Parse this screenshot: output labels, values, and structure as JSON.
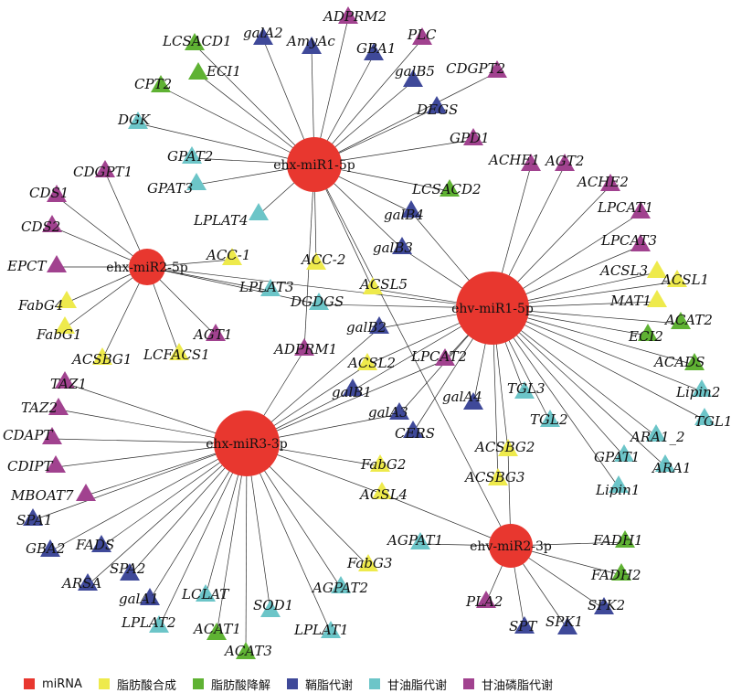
{
  "colors": {
    "miRNA": "#e8372f",
    "synthesis": "#eeea4c",
    "degradation": "#5fb233",
    "sphingolipid": "#3f4999",
    "glycerolipid": "#6cc5c8",
    "glycerophospholipid": "#a1428f"
  },
  "legend": [
    {
      "key": "miRNA",
      "label": "miRNA"
    },
    {
      "key": "synthesis",
      "label": "脂肪酸合成"
    },
    {
      "key": "degradation",
      "label": "脂肪酸降解"
    },
    {
      "key": "sphingolipid",
      "label": "鞘脂代谢"
    },
    {
      "key": "glycerolipid",
      "label": "甘油脂代谢"
    },
    {
      "key": "glycerophospholipid",
      "label": "甘油磷脂代谢"
    }
  ],
  "mirnas": [
    {
      "id": "m1",
      "label": "ehx-miR1-5p"
    },
    {
      "id": "m2",
      "label": "ehx-miR2-5p"
    },
    {
      "id": "m3",
      "label": "ehx-miR3-3p"
    },
    {
      "id": "v1",
      "label": "ehv-miR1-5p"
    },
    {
      "id": "v2",
      "label": "ehv-miR2-3p"
    }
  ],
  "genes": [
    {
      "id": "ADPRM2",
      "label": "ADPRM2",
      "cat": "glycerophospholipid",
      "targets": [
        "m1"
      ]
    },
    {
      "id": "LCSACD1",
      "label": "LCSACD1",
      "cat": "degradation",
      "targets": [
        "m1"
      ]
    },
    {
      "id": "galA2",
      "label": "galA2",
      "cat": "sphingolipid",
      "targets": [
        "m1"
      ]
    },
    {
      "id": "AmyAc",
      "label": "AmyAc",
      "cat": "sphingolipid",
      "targets": [
        "m1"
      ]
    },
    {
      "id": "PLC",
      "label": "PLC",
      "cat": "glycerophospholipid",
      "targets": [
        "m1"
      ]
    },
    {
      "id": "GBA1",
      "label": "GBA1",
      "cat": "sphingolipid",
      "targets": [
        "m1"
      ]
    },
    {
      "id": "ECI1",
      "label": "ECI1",
      "cat": "degradation",
      "targets": [
        "m1"
      ]
    },
    {
      "id": "galB5",
      "label": "galB5",
      "cat": "sphingolipid",
      "targets": [
        "m1"
      ]
    },
    {
      "id": "CDGPT2",
      "label": "CDGPT2",
      "cat": "glycerophospholipid",
      "targets": [
        "m1"
      ]
    },
    {
      "id": "CPT2",
      "label": "CPT2",
      "cat": "degradation",
      "targets": [
        "m1"
      ]
    },
    {
      "id": "DEGS",
      "label": "DEGS",
      "cat": "sphingolipid",
      "targets": [
        "m1"
      ]
    },
    {
      "id": "DGK",
      "label": "DGK",
      "cat": "glycerolipid",
      "targets": [
        "m1"
      ]
    },
    {
      "id": "GPD1",
      "label": "GPD1",
      "cat": "glycerophospholipid",
      "targets": [
        "m1"
      ]
    },
    {
      "id": "GPAT2",
      "label": "GPAT2",
      "cat": "glycerolipid",
      "targets": [
        "m1"
      ]
    },
    {
      "id": "GPAT3",
      "label": "GPAT3",
      "cat": "glycerolipid",
      "targets": [
        "m1"
      ]
    },
    {
      "id": "LCSACD2",
      "label": "LCSACD2",
      "cat": "degradation",
      "targets": [
        "m1"
      ]
    },
    {
      "id": "LPLAT4",
      "label": "LPLAT4",
      "cat": "glycerolipid",
      "targets": [
        "m1"
      ]
    },
    {
      "id": "ACC-2",
      "label": "ACC-2",
      "cat": "synthesis",
      "targets": [
        "m1"
      ]
    },
    {
      "id": "CDGPT1",
      "label": "CDGPT1",
      "cat": "glycerophospholipid",
      "targets": [
        "m2"
      ]
    },
    {
      "id": "CDS1",
      "label": "CDS1",
      "cat": "glycerophospholipid",
      "targets": [
        "m2"
      ]
    },
    {
      "id": "CDS2",
      "label": "CDS2",
      "cat": "glycerophospholipid",
      "targets": [
        "m2"
      ]
    },
    {
      "id": "EPCT",
      "label": "EPCT",
      "cat": "glycerophospholipid",
      "targets": [
        "m2"
      ]
    },
    {
      "id": "FabG4",
      "label": "FabG4",
      "cat": "synthesis",
      "targets": [
        "m2"
      ]
    },
    {
      "id": "FabG1",
      "label": "FabG1",
      "cat": "synthesis",
      "targets": [
        "m2"
      ]
    },
    {
      "id": "ACC-1",
      "label": "ACC-1",
      "cat": "synthesis",
      "targets": [
        "m2"
      ]
    },
    {
      "id": "LPLAT3",
      "label": "LPLAT3",
      "cat": "glycerolipid",
      "targets": [
        "m2"
      ]
    },
    {
      "id": "AGT1",
      "label": "AGT1",
      "cat": "glycerophospholipid",
      "targets": [
        "m2"
      ]
    },
    {
      "id": "LCFACS1",
      "label": "LCFACS1",
      "cat": "synthesis",
      "targets": [
        "m2"
      ]
    },
    {
      "id": "ACSBG1",
      "label": "ACSBG1",
      "cat": "synthesis",
      "targets": [
        "m2"
      ]
    },
    {
      "id": "ACHE1",
      "label": "ACHE1",
      "cat": "glycerophospholipid",
      "targets": [
        "v1"
      ]
    },
    {
      "id": "AGT2",
      "label": "AGT2",
      "cat": "glycerophospholipid",
      "targets": [
        "v1"
      ]
    },
    {
      "id": "ACHE2",
      "label": "ACHE2",
      "cat": "glycerophospholipid",
      "targets": [
        "v1"
      ]
    },
    {
      "id": "LPCAT1",
      "label": "LPCAT1",
      "cat": "glycerophospholipid",
      "targets": [
        "v1"
      ]
    },
    {
      "id": "LPCAT3",
      "label": "LPCAT3",
      "cat": "glycerophospholipid",
      "targets": [
        "v1"
      ]
    },
    {
      "id": "ACSL3",
      "label": "ACSL3",
      "cat": "synthesis",
      "targets": [
        "v1"
      ]
    },
    {
      "id": "ACSL1",
      "label": "ACSL1",
      "cat": "synthesis",
      "targets": [
        "v1"
      ]
    },
    {
      "id": "MAT1",
      "label": "MAT1",
      "cat": "synthesis",
      "targets": [
        "v1"
      ]
    },
    {
      "id": "ACAT2",
      "label": "ACAT2",
      "cat": "degradation",
      "targets": [
        "v1"
      ]
    },
    {
      "id": "ECI2",
      "label": "ECI2",
      "cat": "degradation",
      "targets": [
        "v1"
      ]
    },
    {
      "id": "ACADS",
      "label": "ACADS",
      "cat": "degradation",
      "targets": [
        "v1"
      ]
    },
    {
      "id": "Lipin2",
      "label": "Lipin2",
      "cat": "glycerolipid",
      "targets": [
        "v1"
      ]
    },
    {
      "id": "TGL1",
      "label": "TGL1",
      "cat": "glycerolipid",
      "targets": [
        "v1"
      ]
    },
    {
      "id": "ARA1_2",
      "label": "ARA1_2",
      "cat": "glycerolipid",
      "targets": [
        "v1"
      ]
    },
    {
      "id": "ARA1",
      "label": "ARA1",
      "cat": "glycerolipid",
      "targets": [
        "v1"
      ]
    },
    {
      "id": "GPAT1",
      "label": "GPAT1",
      "cat": "glycerolipid",
      "targets": [
        "v1"
      ]
    },
    {
      "id": "Lipin1",
      "label": "Lipin1",
      "cat": "glycerolipid",
      "targets": [
        "v1"
      ]
    },
    {
      "id": "TGL2",
      "label": "TGL2",
      "cat": "glycerolipid",
      "targets": [
        "v1"
      ]
    },
    {
      "id": "TGL3",
      "label": "TGL3",
      "cat": "glycerolipid",
      "targets": [
        "v1"
      ]
    },
    {
      "id": "ACSBG3",
      "label": "ACSBG3",
      "cat": "synthesis",
      "targets": [
        "v1"
      ]
    },
    {
      "id": "galA4",
      "label": "galA4",
      "cat": "sphingolipid",
      "targets": [
        "v1"
      ]
    },
    {
      "id": "CERS",
      "label": "CERS",
      "cat": "sphingolipid",
      "targets": [
        "v1"
      ]
    },
    {
      "id": "galB4",
      "label": "galB4",
      "cat": "sphingolipid",
      "targets": [
        "v1",
        "m1"
      ]
    },
    {
      "id": "galB3",
      "label": "galB3",
      "cat": "sphingolipid",
      "targets": [
        "v1",
        "m1"
      ]
    },
    {
      "id": "ACSL5",
      "label": "ACSL5",
      "cat": "synthesis",
      "targets": [
        "v1",
        "m1"
      ]
    },
    {
      "id": "DGDGS",
      "label": "DGDGS",
      "cat": "glycerolipid",
      "targets": [
        "v1",
        "m2"
      ]
    },
    {
      "id": "galB2",
      "label": "galB2",
      "cat": "sphingolipid",
      "targets": [
        "v1",
        "m3"
      ]
    },
    {
      "id": "ACSL2",
      "label": "ACSL2",
      "cat": "synthesis",
      "targets": [
        "v1",
        "m3"
      ]
    },
    {
      "id": "LPCAT2",
      "label": "LPCAT2",
      "cat": "glycerophospholipid",
      "targets": [
        "v1",
        "m3"
      ]
    },
    {
      "id": "galB1",
      "label": "galB1",
      "cat": "sphingolipid",
      "targets": [
        "v1",
        "m3"
      ]
    },
    {
      "id": "galA3",
      "label": "galA3",
      "cat": "sphingolipid",
      "targets": [
        "v1",
        "m3"
      ]
    },
    {
      "id": "ACSBG2",
      "label": "ACSBG2",
      "cat": "synthesis",
      "targets": [
        "v1",
        "v2"
      ]
    },
    {
      "id": "ADPRM1",
      "label": "ADPRM1",
      "cat": "glycerophospholipid",
      "targets": [
        "m1",
        "m3"
      ]
    },
    {
      "id": "TAZ1",
      "label": "TAZ1",
      "cat": "glycerophospholipid",
      "targets": [
        "m3"
      ]
    },
    {
      "id": "TAZ2",
      "label": "TAZ2",
      "cat": "glycerophospholipid",
      "targets": [
        "m3"
      ]
    },
    {
      "id": "CDAPT",
      "label": "CDAPT",
      "cat": "glycerophospholipid",
      "targets": [
        "m3"
      ]
    },
    {
      "id": "CDIPT",
      "label": "CDIPT",
      "cat": "glycerophospholipid",
      "targets": [
        "m3"
      ]
    },
    {
      "id": "MBOAT7",
      "label": "MBOAT7",
      "cat": "glycerophospholipid",
      "targets": [
        "m3"
      ]
    },
    {
      "id": "SPA1",
      "label": "SPA1",
      "cat": "sphingolipid",
      "targets": [
        "m3"
      ]
    },
    {
      "id": "GBA2",
      "label": "GBA2",
      "cat": "sphingolipid",
      "targets": [
        "m3"
      ]
    },
    {
      "id": "FADS",
      "label": "FADS",
      "cat": "sphingolipid",
      "targets": [
        "m3"
      ]
    },
    {
      "id": "ARSA",
      "label": "ARSA",
      "cat": "sphingolipid",
      "targets": [
        "m3"
      ]
    },
    {
      "id": "SPA2",
      "label": "SPA2",
      "cat": "sphingolipid",
      "targets": [
        "m3"
      ]
    },
    {
      "id": "galA1",
      "label": "galA1",
      "cat": "sphingolipid",
      "targets": [
        "m3"
      ]
    },
    {
      "id": "LCLAT",
      "label": "LCLAT",
      "cat": "glycerolipid",
      "targets": [
        "m3"
      ]
    },
    {
      "id": "LPLAT2",
      "label": "LPLAT2",
      "cat": "glycerolipid",
      "targets": [
        "m3"
      ]
    },
    {
      "id": "ACAT1",
      "label": "ACAT1",
      "cat": "degradation",
      "targets": [
        "m3"
      ]
    },
    {
      "id": "ACAT3",
      "label": "ACAT3",
      "cat": "degradation",
      "targets": [
        "m3"
      ]
    },
    {
      "id": "SOD1",
      "label": "SOD1",
      "cat": "glycerolipid",
      "targets": [
        "m3"
      ]
    },
    {
      "id": "LPLAT1",
      "label": "LPLAT1",
      "cat": "glycerolipid",
      "targets": [
        "m3"
      ]
    },
    {
      "id": "AGPAT2",
      "label": "AGPAT2",
      "cat": "glycerolipid",
      "targets": [
        "m3"
      ]
    },
    {
      "id": "FabG3",
      "label": "FabG3",
      "cat": "synthesis",
      "targets": [
        "m3"
      ]
    },
    {
      "id": "FabG2",
      "label": "FabG2",
      "cat": "synthesis",
      "targets": [
        "m3"
      ]
    },
    {
      "id": "ACSL4",
      "label": "ACSL4",
      "cat": "synthesis",
      "targets": [
        "m3",
        "v2"
      ]
    },
    {
      "id": "AGPAT1",
      "label": "AGPAT1",
      "cat": "glycerolipid",
      "targets": [
        "v2"
      ]
    },
    {
      "id": "FADH1",
      "label": "FADH1",
      "cat": "degradation",
      "targets": [
        "v2"
      ]
    },
    {
      "id": "FADH2",
      "label": "FADH2",
      "cat": "degradation",
      "targets": [
        "v2"
      ]
    },
    {
      "id": "SPK2",
      "label": "SPK2",
      "cat": "sphingolipid",
      "targets": [
        "v2"
      ]
    },
    {
      "id": "SPK1",
      "label": "SPK1",
      "cat": "sphingolipid",
      "targets": [
        "v2"
      ]
    },
    {
      "id": "SPT",
      "label": "SPT",
      "cat": "sphingolipid",
      "targets": [
        "v2"
      ]
    },
    {
      "id": "PLA2",
      "label": "PLA2",
      "cat": "glycerophospholipid",
      "targets": [
        "v2"
      ]
    }
  ],
  "extra_links": [
    [
      "m2",
      "v1"
    ],
    [
      "m1",
      "v2"
    ]
  ]
}
